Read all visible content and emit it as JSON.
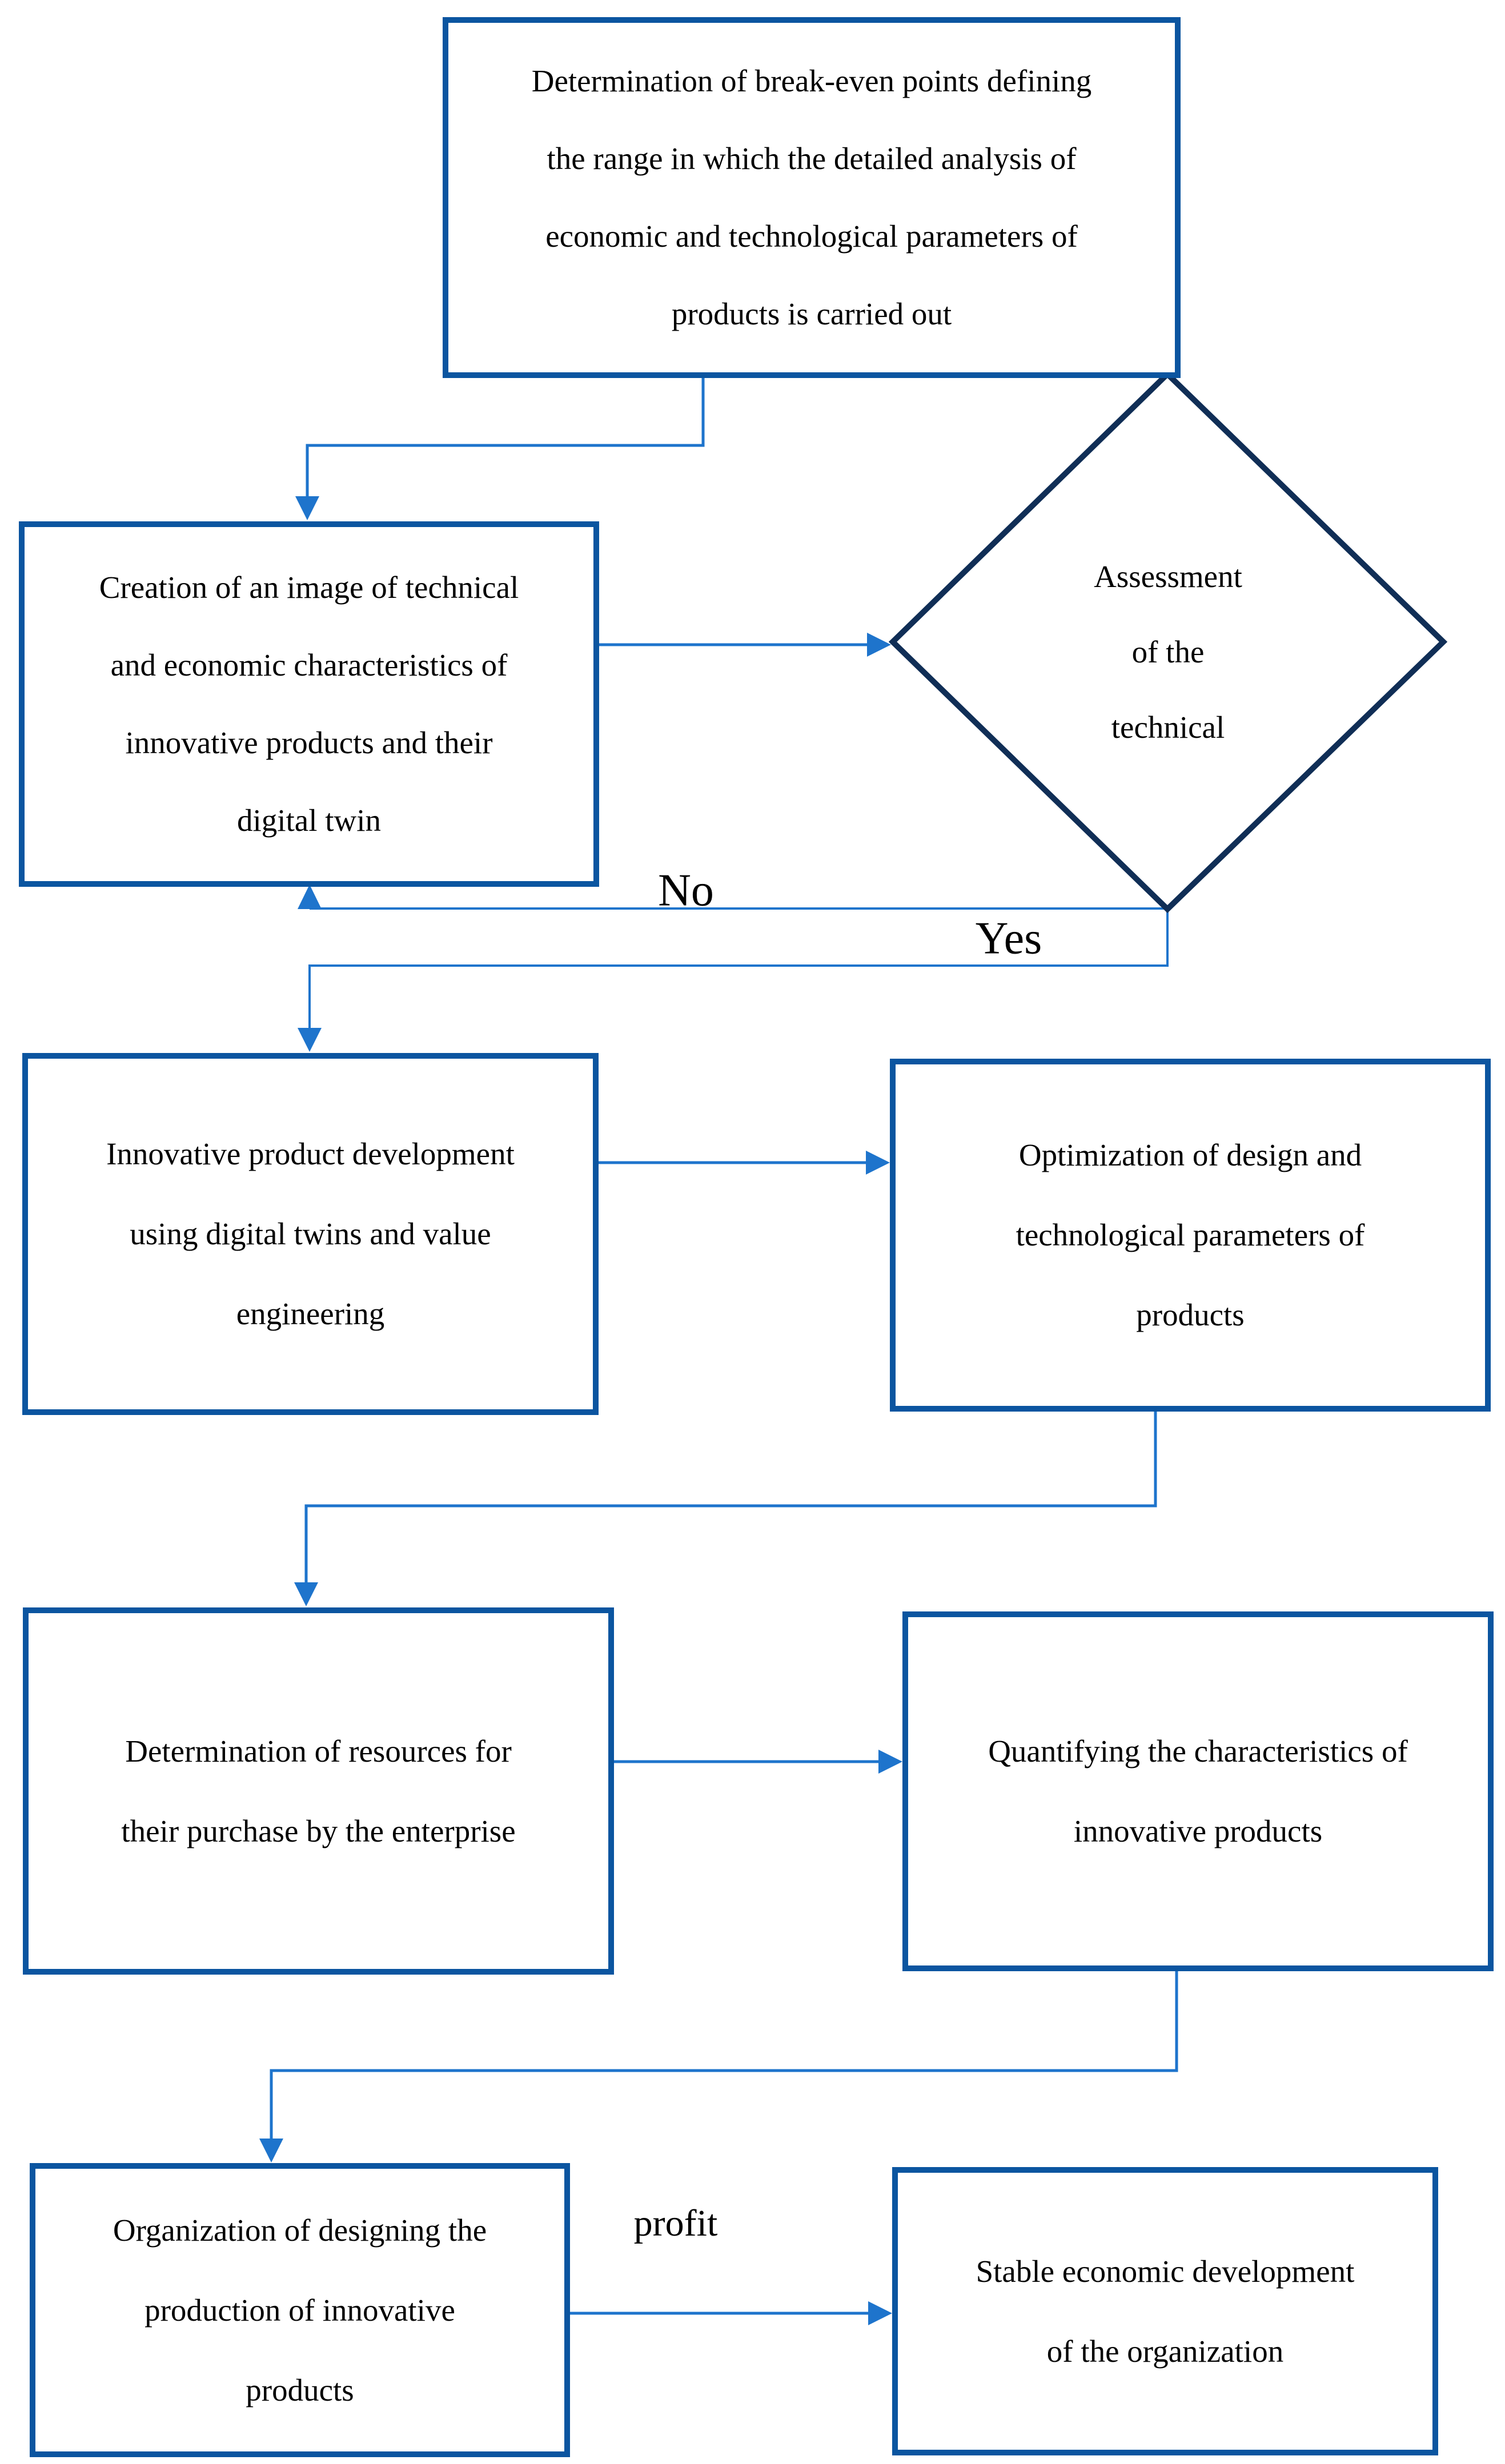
{
  "colors": {
    "background": "#FFFFFF",
    "box_border": "#0B55A0",
    "diamond_border": "#102E56",
    "connector": "#1E74CC",
    "text": "#000000"
  },
  "nodes": {
    "box1": {
      "lines": [
        "Determination of break-even points defining",
        "the range in which the detailed analysis of",
        "economic and technological parameters of",
        "products is carried out"
      ]
    },
    "box2": {
      "lines": [
        "Creation of an image of technical",
        "and economic characteristics of",
        "innovative products and their",
        "digital twin"
      ]
    },
    "decision": {
      "lines": [
        "Assessment",
        "of the",
        "technical"
      ]
    },
    "box3": {
      "lines": [
        "Innovative product development",
        "using digital twins and value",
        "engineering"
      ]
    },
    "box4": {
      "lines": [
        "Optimization of design and",
        "technological parameters of",
        "products"
      ]
    },
    "box5": {
      "lines": [
        "Determination of resources for",
        "their purchase by the enterprise"
      ]
    },
    "box6": {
      "lines": [
        "Quantifying the characteristics of",
        "innovative products"
      ]
    },
    "box7": {
      "lines": [
        "Organization of designing the",
        "production of innovative",
        "products"
      ]
    },
    "box8": {
      "lines": [
        "Stable economic development",
        "of the organization"
      ]
    }
  },
  "edge_labels": {
    "no": "No",
    "yes": "Yes",
    "profit": "profit"
  }
}
